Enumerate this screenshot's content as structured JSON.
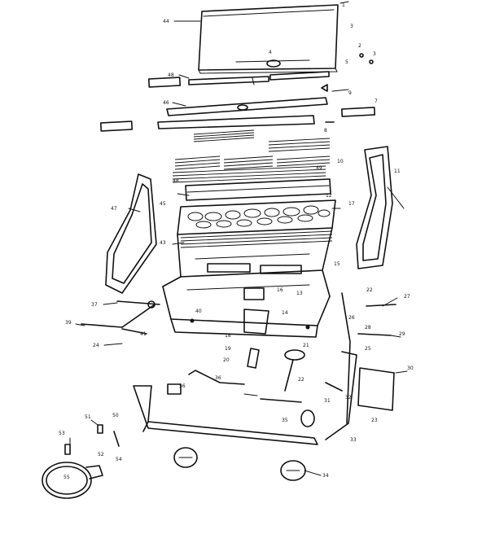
{
  "diagram": {
    "labels": [
      "44",
      "1",
      "2",
      "3",
      "3",
      "5",
      "48",
      "4",
      "7",
      "46",
      "9",
      "8",
      "11",
      "10",
      "48",
      "49",
      "45",
      "12",
      "47",
      "43",
      "15",
      "17",
      "16",
      "13",
      "14",
      "40",
      "37",
      "41",
      "39",
      "28",
      "24",
      "22",
      "18",
      "19",
      "20",
      "21",
      "22",
      "23",
      "26",
      "27",
      "25",
      "29",
      "30",
      "31",
      "32",
      "33",
      "34",
      "35",
      "36",
      "50",
      "51",
      "52",
      "53",
      "54",
      "55",
      "56"
    ]
  }
}
